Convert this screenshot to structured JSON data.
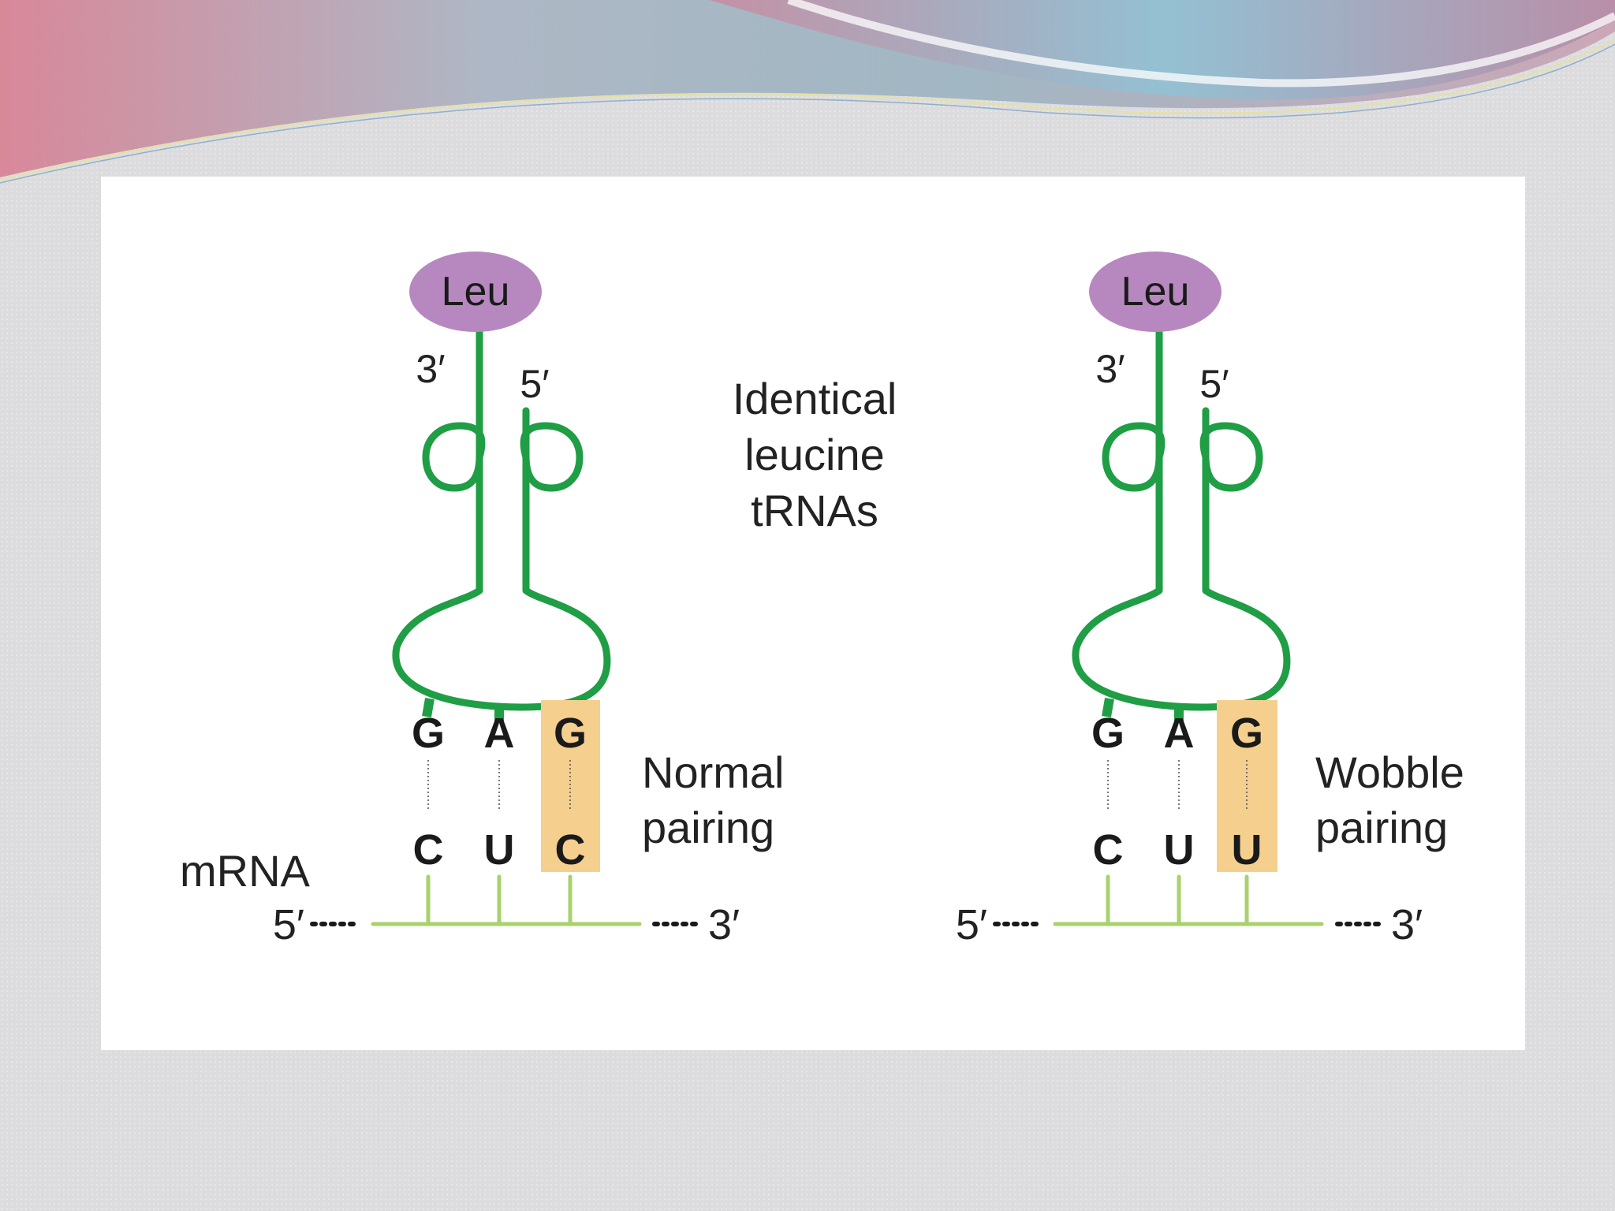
{
  "slide": {
    "colors": {
      "background": "#dcdcde",
      "wave_pink": "#d77f92",
      "wave_blue": "#8fc3d6",
      "panel": "#ffffff"
    }
  },
  "diagram": {
    "colors": {
      "trna": "#1f9e45",
      "mrna": "#a8d26b",
      "amino_acid": "#b788c0",
      "highlight": "#f5cf8e"
    },
    "center_label": [
      "Identical",
      "leucine",
      "tRNAs"
    ],
    "mrna_label": "mRNA",
    "left": {
      "amino_acid": "Leu",
      "trna_3prime": "3′",
      "trna_5prime": "5′",
      "anticodon": [
        "G",
        "A",
        "G"
      ],
      "codon": [
        "C",
        "U",
        "C"
      ],
      "pairing_label": [
        "Normal",
        "pairing"
      ],
      "mrna_5prime": "5′",
      "mrna_3prime": "3′"
    },
    "right": {
      "amino_acid": "Leu",
      "trna_3prime": "3′",
      "trna_5prime": "5′",
      "anticodon": [
        "G",
        "A",
        "G"
      ],
      "codon": [
        "C",
        "U",
        "U"
      ],
      "pairing_label": [
        "Wobble",
        "pairing"
      ],
      "mrna_5prime": "5′",
      "mrna_3prime": "3′"
    }
  }
}
